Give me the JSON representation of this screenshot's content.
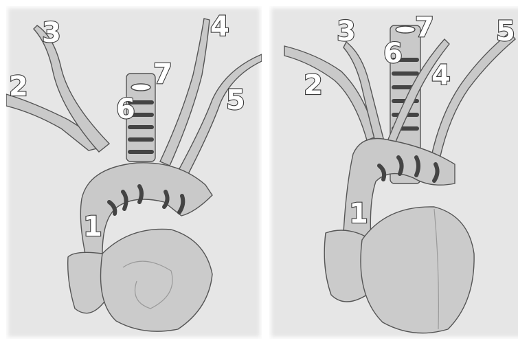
{
  "left_panel": {
    "labels": {
      "l1": "1",
      "l2": "2",
      "l3": "3",
      "l4": "4",
      "l5": "5",
      "l6": "6",
      "l7": "7"
    }
  },
  "right_panel": {
    "labels": {
      "l1": "1",
      "l2": "2",
      "l3": "3",
      "l4": "4",
      "l5": "5",
      "l6": "6",
      "l7": "7"
    }
  },
  "colors": {
    "panel_bg": "#e6e6e6",
    "vessel": "#c9c9c9",
    "outline": "#555555",
    "label_fill": "#ffffff"
  }
}
